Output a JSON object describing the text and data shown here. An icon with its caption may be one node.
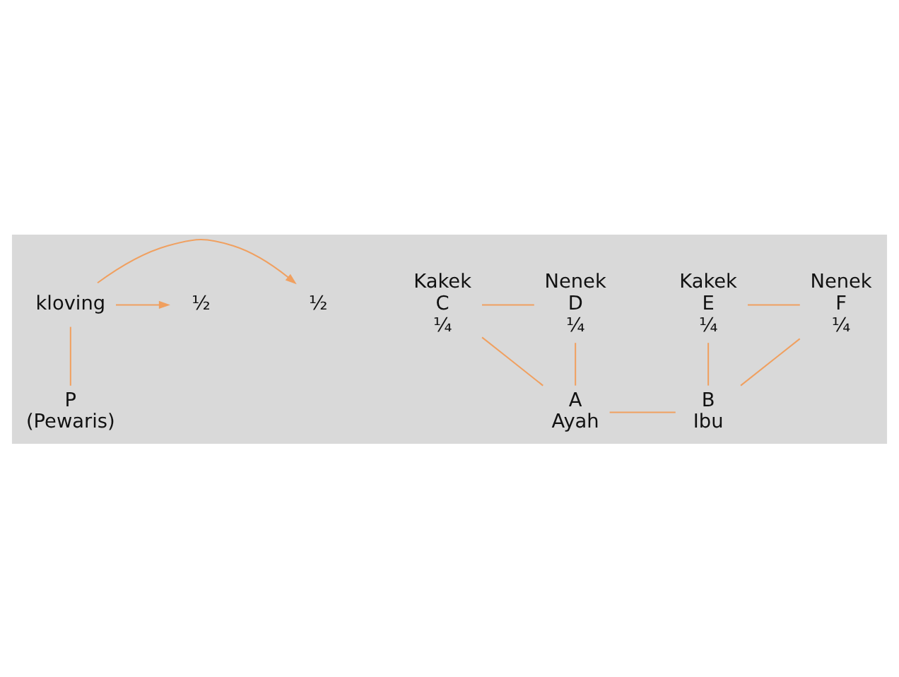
{
  "diagram": {
    "nodes": [
      {
        "text": [
          "½"
        ]
      },
      {
        "text": [
          "kloving"
        ]
      },
      {
        "text": [
          "½"
        ]
      },
      {
        "text": [
          "Kakek",
          "C",
          "¼"
        ]
      },
      {
        "text": [
          "Nenek",
          "D",
          "¼"
        ]
      },
      {
        "text": [
          "Kakek",
          "E",
          "¼"
        ]
      },
      {
        "text": [
          "Nenek",
          "F",
          "¼"
        ]
      },
      {
        "text": [
          "A",
          "Ayah"
        ]
      },
      {
        "text": [
          "B",
          "Ibu"
        ]
      },
      {
        "text": [
          "P",
          "(Pewaris)"
        ]
      }
    ],
    "edges": [
      {
        "from": 1,
        "to": 0,
        "arrow": "to"
      },
      {
        "from": 1,
        "to": 2,
        "arrow": "to"
      },
      {
        "from": 3,
        "to": 4,
        "arrow": "none"
      },
      {
        "from": 3,
        "to": 7,
        "arrow": "none"
      },
      {
        "from": 4,
        "to": 7,
        "arrow": "none"
      },
      {
        "from": 5,
        "to": 6,
        "arrow": "none"
      },
      {
        "from": 5,
        "to": 8,
        "arrow": "none"
      },
      {
        "from": 6,
        "to": 8,
        "arrow": "none"
      },
      {
        "from": 7,
        "to": 8,
        "arrow": "none"
      },
      {
        "from": 1,
        "to": 9,
        "arrow": "none"
      }
    ]
  }
}
